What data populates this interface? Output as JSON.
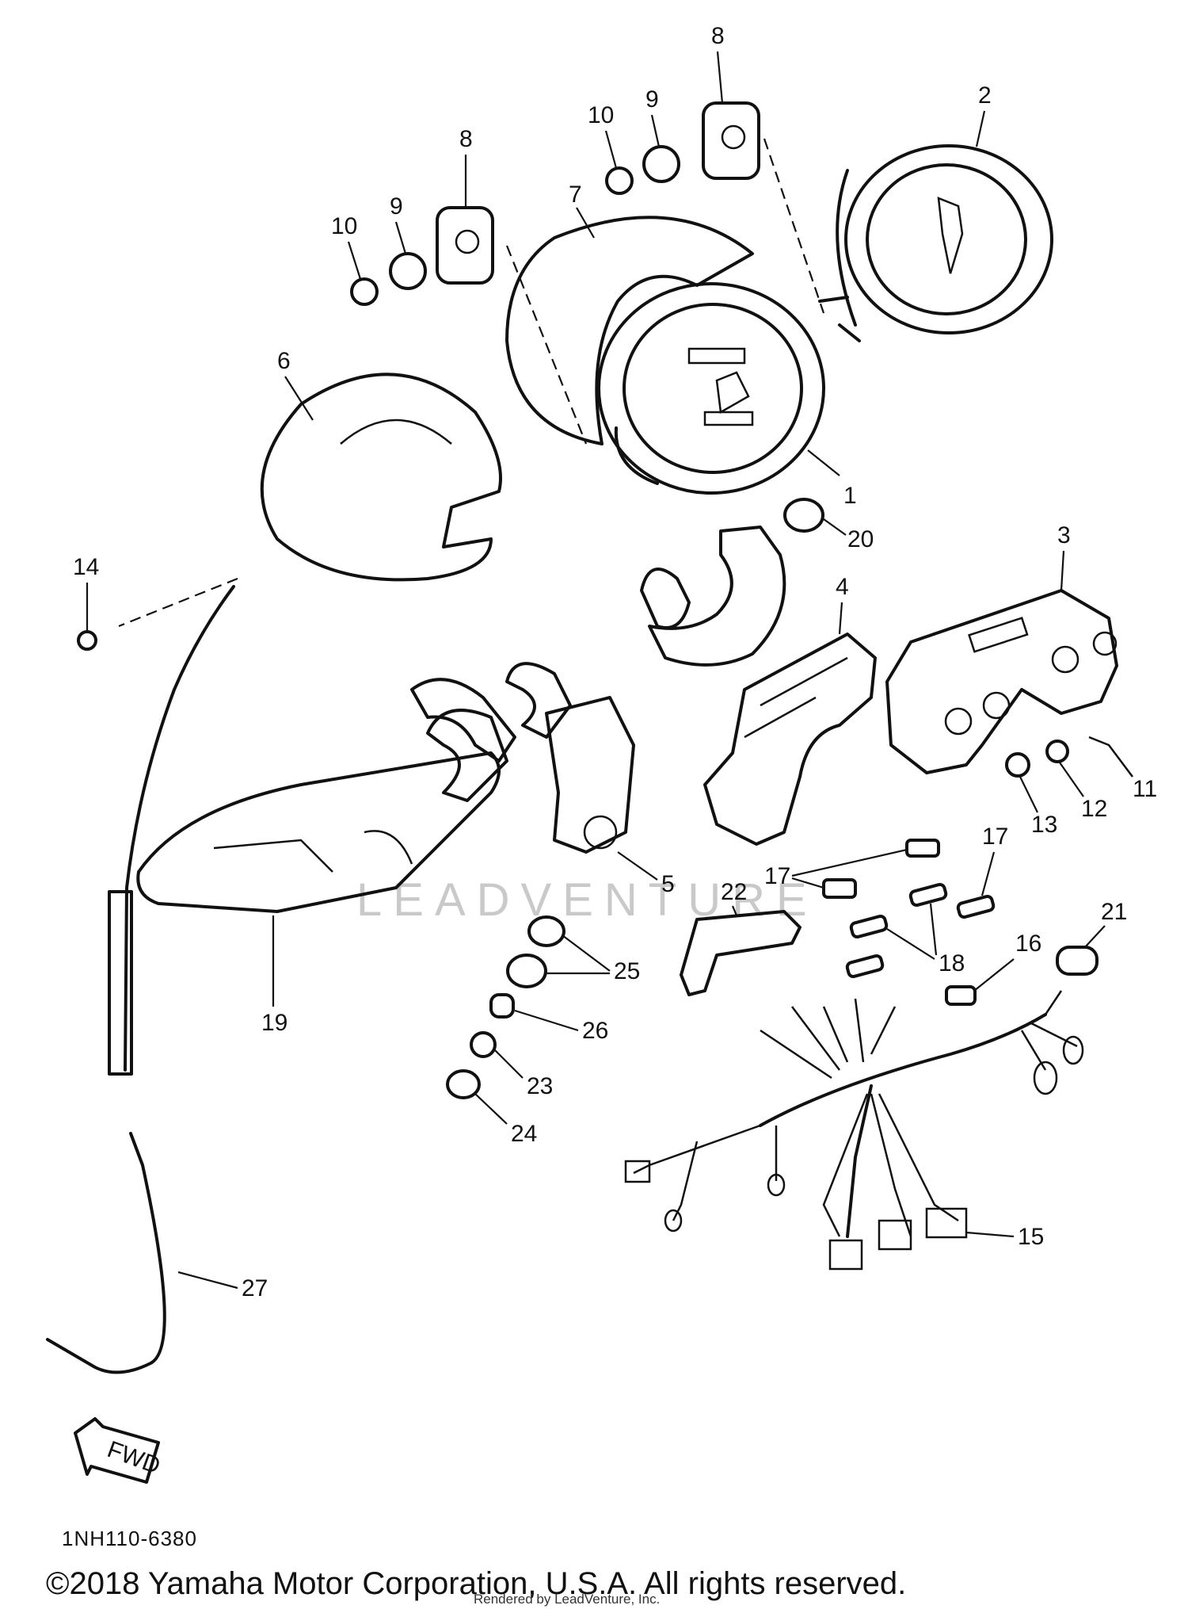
{
  "diagram": {
    "code": "1NH110-6380",
    "watermark": "LEADVENTURE",
    "fwd_label": "FWD",
    "copyright": "©2018 Yamaha Motor Corporation, U.S.A. All rights reserved.",
    "render_credit": "Rendered by LeadVenture, Inc.",
    "callouts": [
      "1",
      "2",
      "3",
      "4",
      "5",
      "6",
      "7",
      "8",
      "8",
      "9",
      "9",
      "10",
      "10",
      "11",
      "12",
      "13",
      "14",
      "15",
      "16",
      "17",
      "17",
      "18",
      "19",
      "20",
      "21",
      "22",
      "23",
      "24",
      "25",
      "26",
      "27"
    ]
  }
}
